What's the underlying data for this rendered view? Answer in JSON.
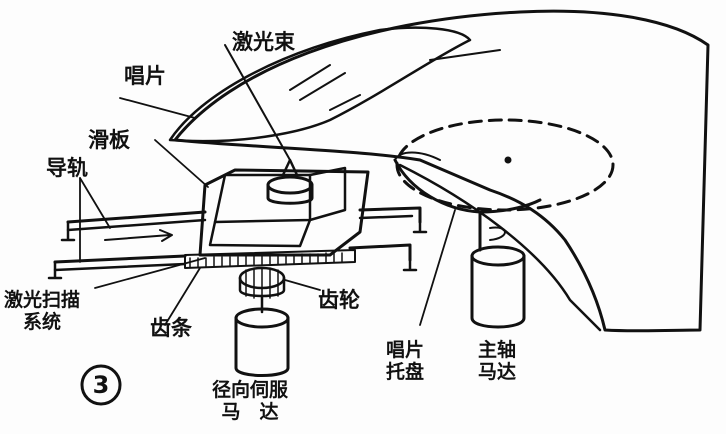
{
  "labels": {
    "laser_beam": "激光束",
    "disc": "唱片",
    "slider": "滑板",
    "guide_rail": "导轨",
    "laser_scan_system_line1": "激光扫描",
    "laser_scan_system_line2": "系统",
    "rack": "齿条",
    "gear": "齿轮",
    "disc_tray_line1": "唱片",
    "disc_tray_line2": "托盘",
    "spindle_motor_line1": "主轴",
    "spindle_motor_line2": "马达",
    "radial_servo_line1": "径向伺服",
    "radial_servo_line2": "马　达",
    "figure_number": "3"
  },
  "colors": {
    "ink": "#111111",
    "paper": "#fdfdfd"
  }
}
